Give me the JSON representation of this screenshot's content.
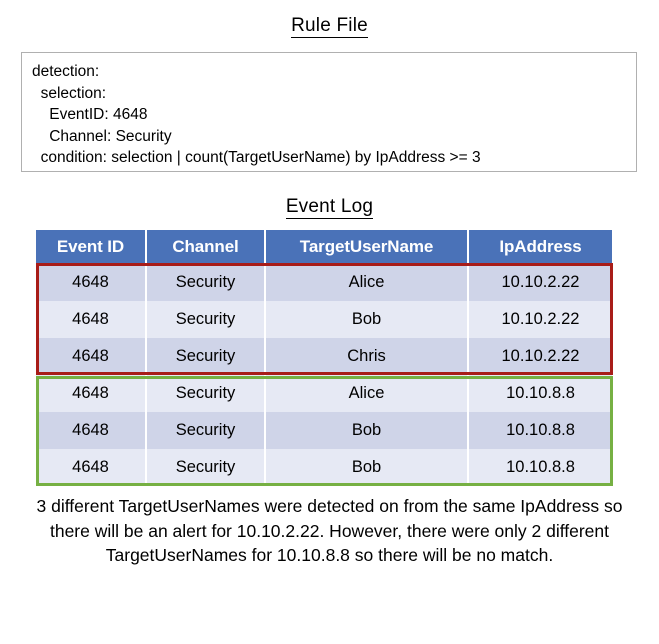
{
  "rule_section": {
    "title": "Rule File",
    "lines": [
      "detection:",
      "  selection:",
      "    EventID: 4648",
      "    Channel: Security",
      "  condition: selection | count(TargetUserName) by IpAddress >= 3"
    ]
  },
  "eventlog_section": {
    "title": "Event Log",
    "columns": [
      "Event ID",
      "Channel",
      "TargetUserName",
      "IpAddress"
    ],
    "rows": [
      {
        "event_id": "4648",
        "channel": "Security",
        "target_user_name": "Alice",
        "ip_address": "10.10.2.22"
      },
      {
        "event_id": "4648",
        "channel": "Security",
        "target_user_name": "Bob",
        "ip_address": "10.10.2.22"
      },
      {
        "event_id": "4648",
        "channel": "Security",
        "target_user_name": "Chris",
        "ip_address": "10.10.2.22"
      },
      {
        "event_id": "4648",
        "channel": "Security",
        "target_user_name": "Alice",
        "ip_address": "10.10.8.8"
      },
      {
        "event_id": "4648",
        "channel": "Security",
        "target_user_name": "Bob",
        "ip_address": "10.10.8.8"
      },
      {
        "event_id": "4648",
        "channel": "Security",
        "target_user_name": "Bob",
        "ip_address": "10.10.8.8"
      }
    ]
  },
  "caption": {
    "text": "3 different TargetUserNames were detected on from the same IpAddress so there will be an alert for 10.10.2.22. However, there were only 2 different TargetUserNames for 10.10.8.8 so there will be no match."
  },
  "colors": {
    "header_blue": "#4A72B8",
    "row_band_dark": "#CFD4E8",
    "row_band_light": "#E6E9F4",
    "match_highlight_red": "#A81C18",
    "nomatch_highlight_green": "#76B043",
    "rule_box_border": "#B0B0B0"
  }
}
